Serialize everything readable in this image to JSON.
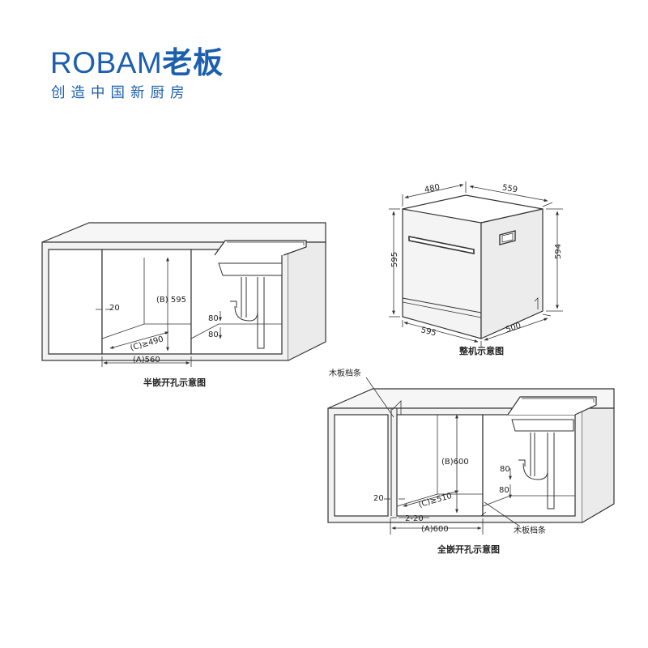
{
  "logo": {
    "brand_en": "ROBAM",
    "brand_cn": "老板",
    "slogan": "创造中国新厨房"
  },
  "colors": {
    "brand_blue": "#1b5fae",
    "line_dark": "#333333",
    "line_gray": "#888888"
  },
  "machine": {
    "caption": "整机示意图",
    "top_depth": "480",
    "top_width": "559",
    "front_height": "595",
    "total_height": "594",
    "bottom_width": "595",
    "bottom_depth": "500"
  },
  "half_embedded": {
    "caption": "半嵌开孔示意图",
    "dim_a": "(A)560",
    "dim_b": "(B) 595",
    "dim_c": "(C)≥490",
    "dim_gap": "20",
    "pipe_upper": "80",
    "pipe_lower": "80"
  },
  "full_embedded": {
    "caption": "全嵌开孔示意图",
    "dim_a": "(A)600",
    "dim_b": "(B)600",
    "dim_c": "(C)≥510",
    "dim_gap": "20",
    "dim_side": "2-20",
    "pipe_upper": "80",
    "pipe_lower": "80",
    "board_label_top": "木板档条",
    "board_label_bottom": "木板档条"
  }
}
